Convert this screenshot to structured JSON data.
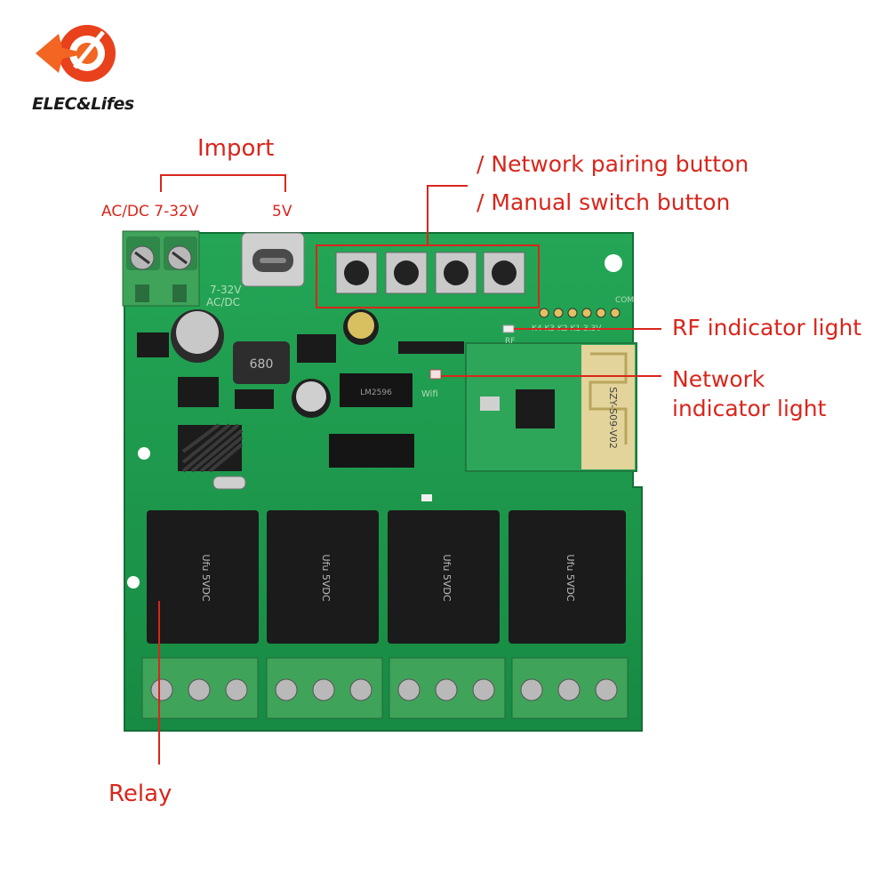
{
  "brand": {
    "name": "ELEC&Lifes",
    "colors": {
      "logo_primary": "#e8411c",
      "logo_secondary": "#f26522",
      "text": "#1a1a1a"
    }
  },
  "annotations": {
    "input_title": "Import",
    "input_acdc": "AC/DC 7-32V",
    "input_5v": "5V",
    "button_line1": "/ Network pairing button",
    "button_line2": "/ Manual switch button",
    "rf_indicator": "RF indicator light",
    "network_indicator_line1": "Network",
    "network_indicator_line2": "indicator light",
    "relay": "Relay"
  },
  "board_markings": {
    "voltage_mark": "7-32V",
    "dc_mark": "AC/DC",
    "com_mark": "COM",
    "key_marks": "K4 K3 K2 K1 3.3V",
    "rf_mark": "RF",
    "wifi_mark": "Wifi",
    "module_mark": "SZY-S09-V02",
    "inductor_mark": "680",
    "regulator_mark": "LM2596",
    "relay_text": "Ufu 5VDC"
  },
  "colors": {
    "annotation": "#d9261c",
    "pcb": "#1f9a4e",
    "pcb_dark": "#17803f",
    "terminal": "#3fa35a",
    "relay": "#1b1b1b"
  }
}
